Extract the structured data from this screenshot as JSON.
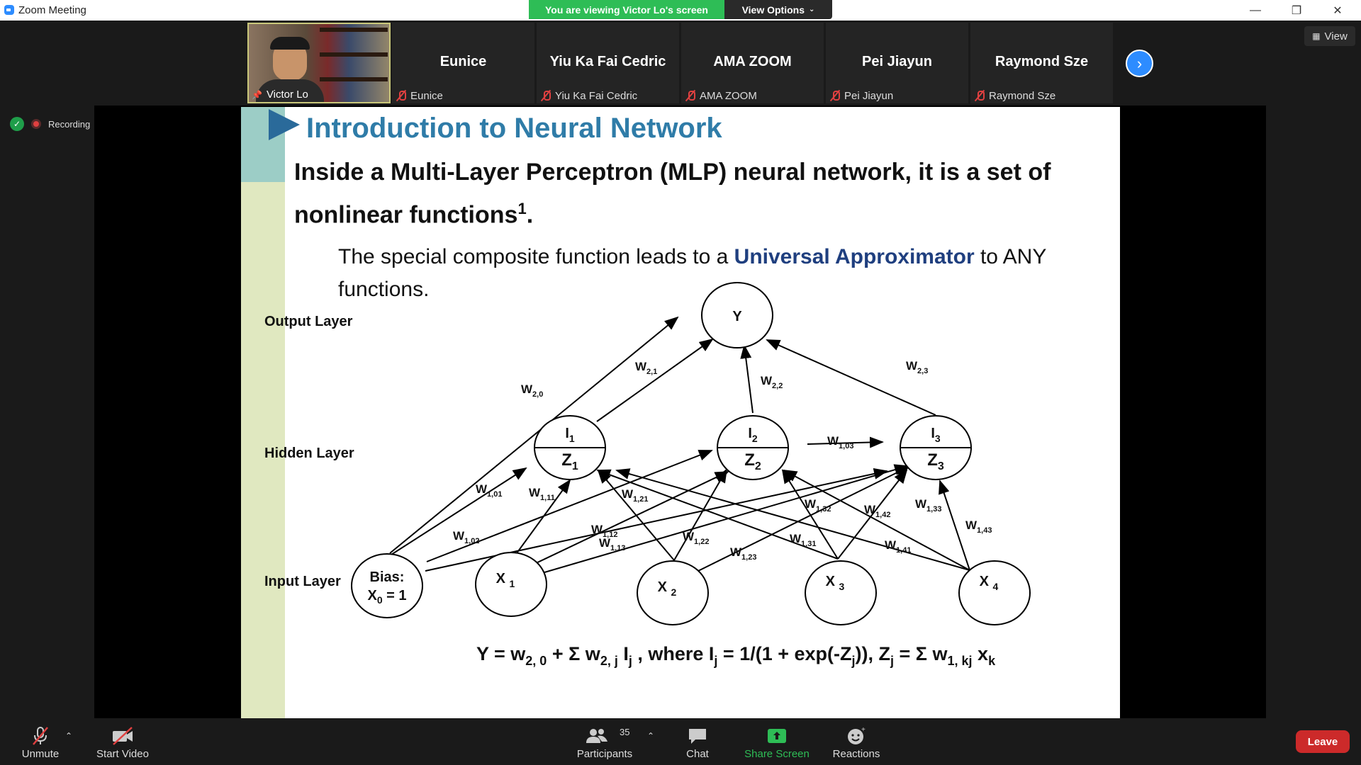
{
  "window": {
    "title": "Zoom Meeting"
  },
  "banner": {
    "viewing": "You are viewing Victor Lo's screen",
    "view_options": "View Options"
  },
  "participants": [
    {
      "display": "",
      "label": "Victor Lo"
    },
    {
      "display": "Eunice",
      "label": "Eunice"
    },
    {
      "display": "Yiu Ka Fai Cedric",
      "label": "Yiu Ka Fai Cedric"
    },
    {
      "display": "AMA ZOOM",
      "label": "AMA ZOOM"
    },
    {
      "display": "Pei Jiayun",
      "label": "Pei Jiayun"
    },
    {
      "display": "Raymond Sze",
      "label": "Raymond Sze"
    }
  ],
  "view_button": "View",
  "recording": "Recording",
  "slide": {
    "title": "Introduction to Neural Network",
    "subtitle_line1": "Inside a Multi-Layer Perceptron (MLP) neural network, it is a set of",
    "subtitle_line2": "nonlinear functions",
    "subtitle_sup": "1",
    "body_pre": "The special composite function leads to a ",
    "body_highlight": "Universal Approximator",
    "body_post": " to ANY",
    "body_line2": "functions.",
    "layers": {
      "output": "Output Layer",
      "hidden": "Hidden Layer",
      "input": "Input Layer"
    },
    "nodes": {
      "output": "Y",
      "bias_line1": "Bias:"
    }
  },
  "toolbar": {
    "unmute": "Unmute",
    "start_video": "Start Video",
    "participants": "Participants",
    "participants_count": "35",
    "chat": "Chat",
    "share_screen": "Share Screen",
    "reactions": "Reactions",
    "leave": "Leave"
  },
  "colors": {
    "accent": "#2d8cff",
    "banner_green": "#2ebd56",
    "leave_red": "#cc2a2a",
    "slide_title": "#2f7ca8",
    "highlight": "#1f3f7f"
  }
}
